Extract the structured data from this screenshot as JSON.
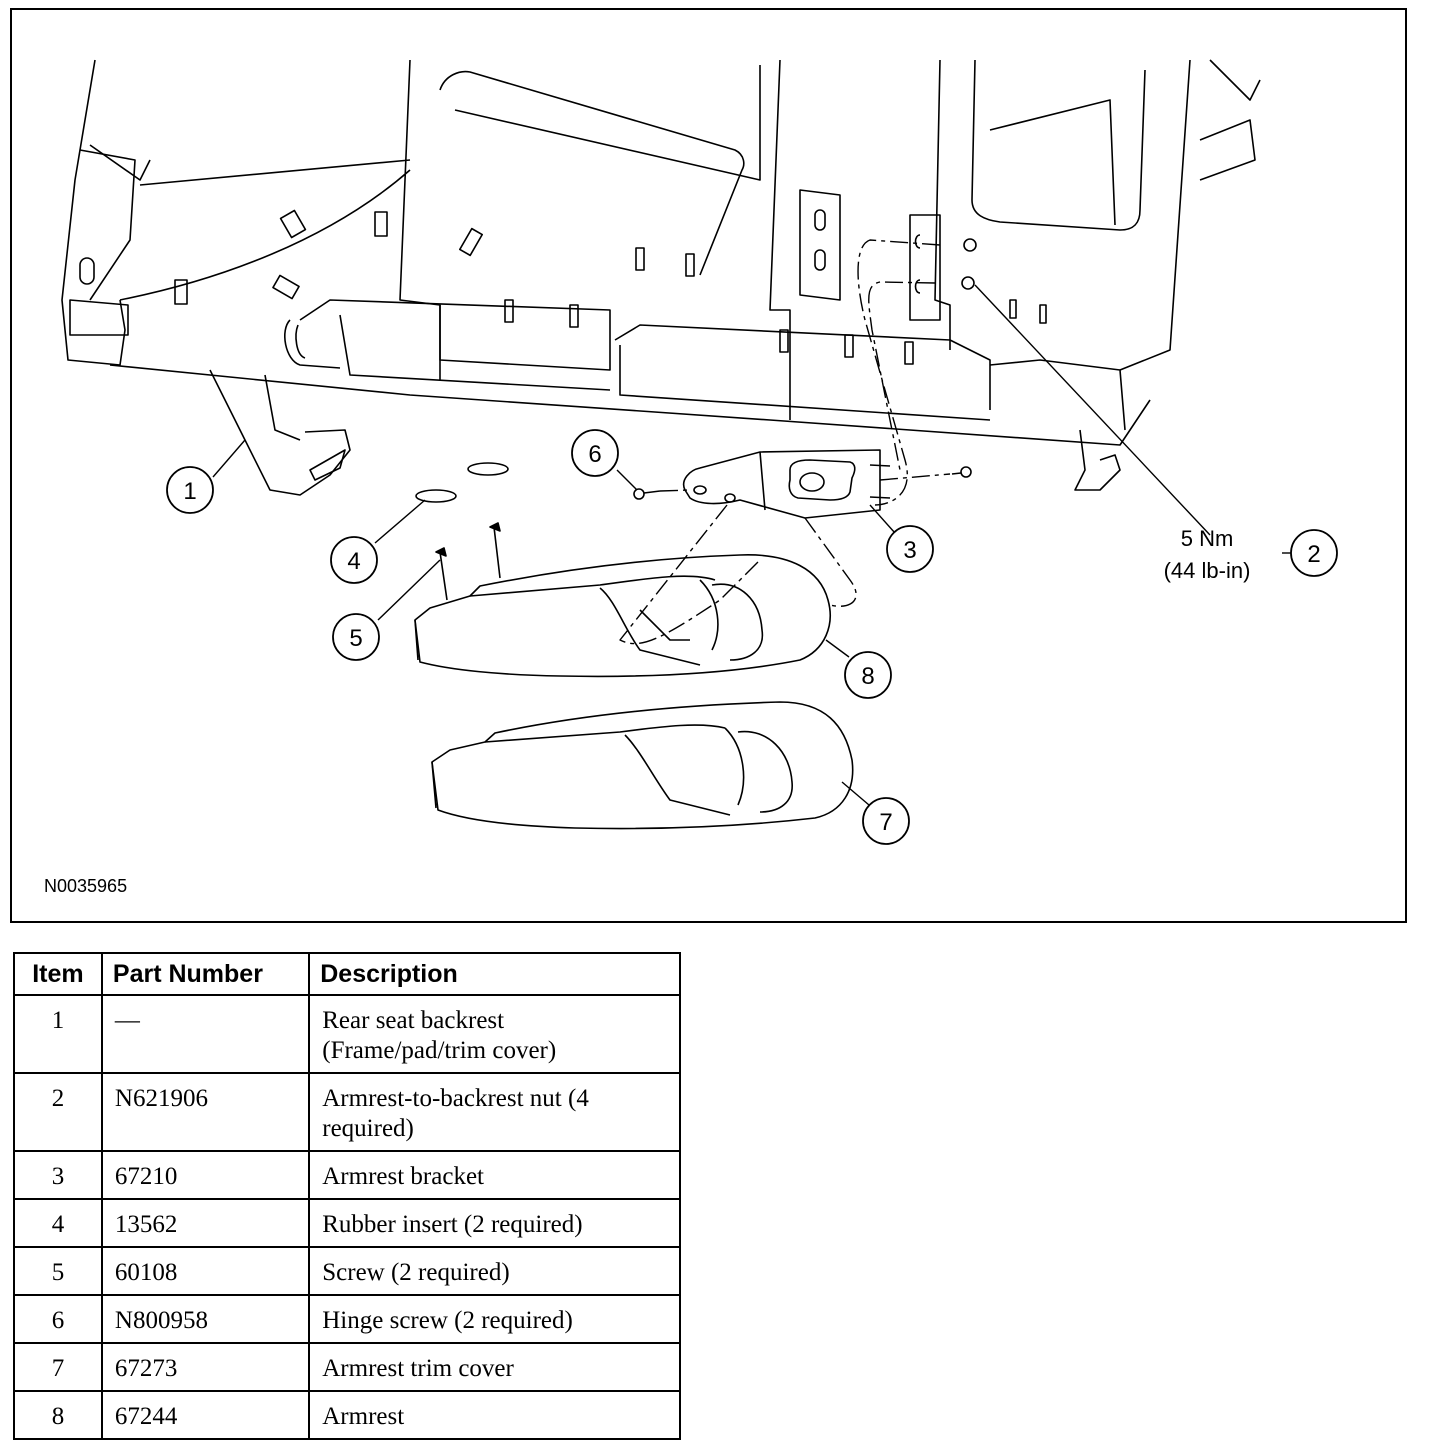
{
  "figure": {
    "id": "N0035965",
    "torque": {
      "nm": "5 Nm",
      "lbin": "(44 lb-in)"
    },
    "callouts": [
      "1",
      "2",
      "3",
      "4",
      "5",
      "6",
      "7",
      "8"
    ]
  },
  "table": {
    "headers": [
      "Item",
      "Part Number",
      "Description"
    ],
    "rows": [
      {
        "item": "1",
        "part": "—",
        "desc": "Rear seat backrest (Frame/pad/trim cover)"
      },
      {
        "item": "2",
        "part": "N621906",
        "desc": "Armrest-to-backrest nut (4 required)"
      },
      {
        "item": "3",
        "part": "67210",
        "desc": "Armrest bracket"
      },
      {
        "item": "4",
        "part": "13562",
        "desc": "Rubber insert (2 required)"
      },
      {
        "item": "5",
        "part": "60108",
        "desc": "Screw (2 required)"
      },
      {
        "item": "6",
        "part": "N800958",
        "desc": "Hinge screw (2 required)"
      },
      {
        "item": "7",
        "part": "67273",
        "desc": "Armrest trim cover"
      },
      {
        "item": "8",
        "part": "67244",
        "desc": "Armrest"
      }
    ]
  }
}
